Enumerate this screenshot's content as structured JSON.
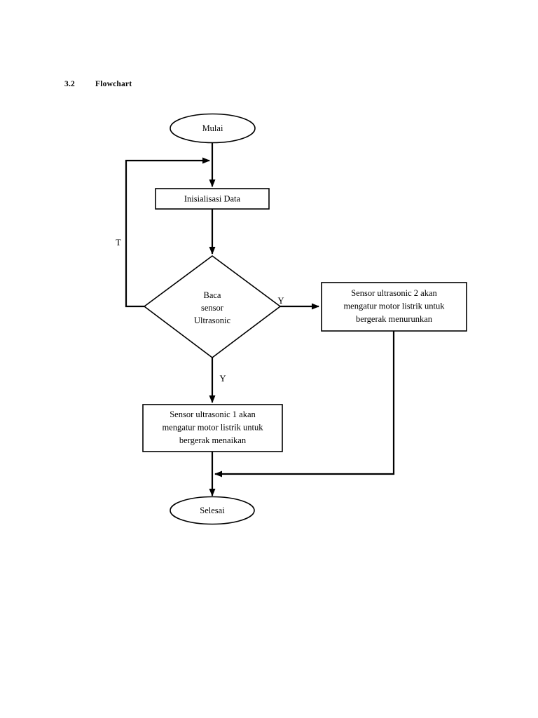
{
  "document": {
    "heading_number": "3.2",
    "heading_title": "Flowchart"
  },
  "chart_data": {
    "type": "diagram",
    "title": "Flowchart",
    "nodes": [
      {
        "id": "start",
        "shape": "ellipse",
        "label": "Mulai"
      },
      {
        "id": "init",
        "shape": "rectangle",
        "label": "Inisialisasi Data"
      },
      {
        "id": "decide",
        "shape": "diamond",
        "label_line1": "Baca",
        "label_line2": "sensor",
        "label_line3": "Ultrasonic"
      },
      {
        "id": "proc2",
        "shape": "rectangle",
        "label_line1": "Sensor ultrasonic 2 akan",
        "label_line2": "mengatur motor listrik untuk",
        "label_line3": "bergerak menurunkan"
      },
      {
        "id": "proc1",
        "shape": "rectangle",
        "label_line1": "Sensor ultrasonic 1 akan",
        "label_line2": "mengatur motor listrik untuk",
        "label_line3": "bergerak menaikan"
      },
      {
        "id": "end",
        "shape": "ellipse",
        "label": "Selesai"
      }
    ],
    "edges": [
      {
        "from": "start",
        "to": "init",
        "label": ""
      },
      {
        "from": "init",
        "to": "decide",
        "label": ""
      },
      {
        "from": "decide",
        "to": "proc2",
        "label": "Y"
      },
      {
        "from": "decide",
        "to": "proc1",
        "label": "Y"
      },
      {
        "from": "decide",
        "to": "init",
        "label": "T"
      },
      {
        "from": "proc1",
        "to": "end",
        "label": ""
      },
      {
        "from": "proc2",
        "to": "end",
        "label": ""
      }
    ],
    "labels": {
      "loop_back": "T",
      "branch_right": "Y",
      "branch_down": "Y"
    },
    "colors": {
      "stroke": "#000000",
      "fill": "#ffffff",
      "text": "#000000"
    }
  }
}
